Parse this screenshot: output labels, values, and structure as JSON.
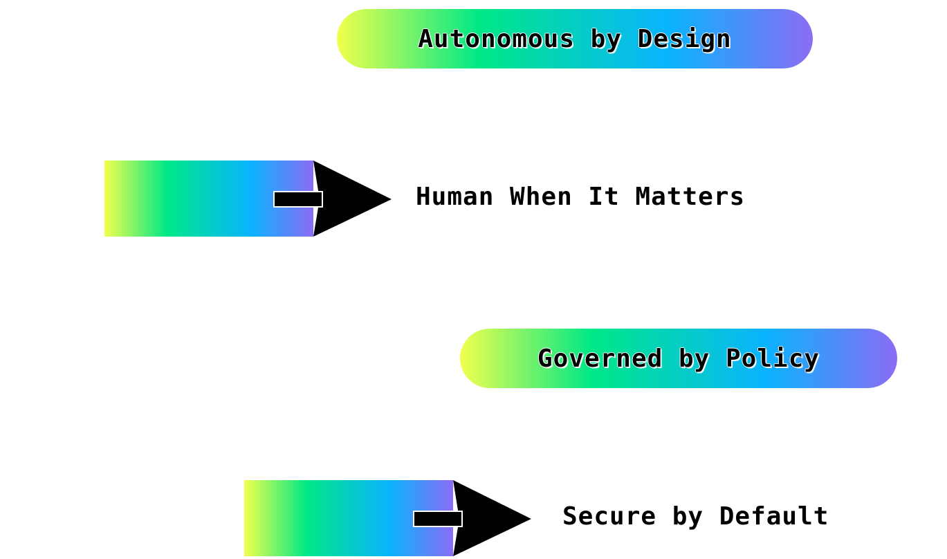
{
  "gradient": {
    "colors": [
      "#f2ff4d",
      "#00e887",
      "#0ab3ff",
      "#8b6cf5"
    ]
  },
  "items": [
    {
      "label": "Autonomous by Design"
    },
    {
      "label": "Human When It Matters",
      "icon": "right-arrow-icon"
    },
    {
      "label": "Governed by Policy"
    },
    {
      "label": "Secure by Default",
      "icon": "right-arrow-icon"
    }
  ]
}
